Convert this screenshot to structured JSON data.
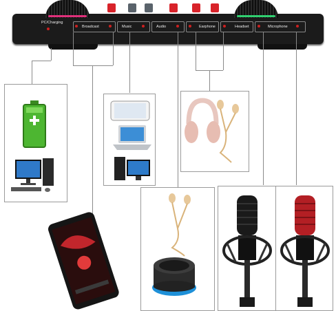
{
  "device": {
    "ports": [
      {
        "label": "PC/Charging"
      },
      {
        "label": "Broadcast"
      },
      {
        "label": "Music"
      },
      {
        "label": "Audio"
      },
      {
        "label": "Earphone"
      },
      {
        "label": "Headset"
      },
      {
        "label": "Microphone"
      }
    ]
  },
  "colors": {
    "accent_red": "#d8232a",
    "fader_gray": "#5a636b",
    "knob_glow_left": "#e0307a",
    "knob_glow_right": "#30d070"
  },
  "items": [
    {
      "name": "battery-charging-icon"
    },
    {
      "name": "desktop-computer"
    },
    {
      "name": "smartphone-white"
    },
    {
      "name": "laptop"
    },
    {
      "name": "pc-tower-monitor"
    },
    {
      "name": "headphones-rose-gold"
    },
    {
      "name": "earphones-gold"
    },
    {
      "name": "smartphone-rog"
    },
    {
      "name": "bluetooth-speaker"
    },
    {
      "name": "microphone-black"
    },
    {
      "name": "microphone-red"
    }
  ]
}
